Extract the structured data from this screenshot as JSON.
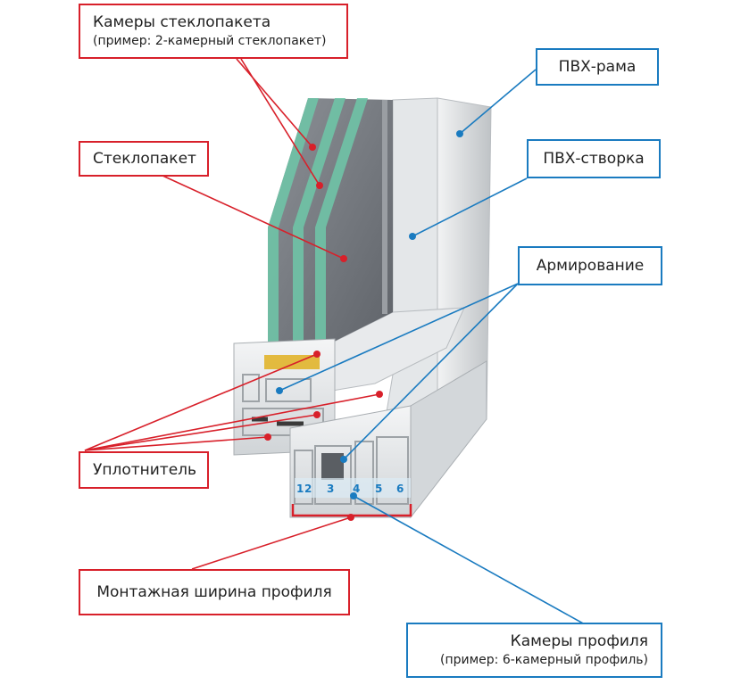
{
  "labels": {
    "glass_chambers": {
      "title": "Камеры стеклопакета",
      "subtitle": "(пример: 2-камерный стеклопакет)"
    },
    "glass_unit": {
      "title": "Стеклопакет"
    },
    "seal": {
      "title": "Уплотнитель"
    },
    "mounting_width": {
      "title": "Монтажная ширина профиля"
    },
    "pvc_frame": {
      "title": "ПВХ-рама"
    },
    "pvc_sash": {
      "title": "ПВХ-створка"
    },
    "reinforcement": {
      "title": "Армирование"
    },
    "profile_chambers": {
      "title": "Камеры профиля",
      "subtitle": "(пример: 6-камерный профиль)"
    }
  },
  "chamber_numbers": [
    "1",
    "2",
    "3",
    "4",
    "5",
    "6"
  ],
  "colors": {
    "red": "#d8202a",
    "blue": "#1a7bc0",
    "glass_edge": "#6fc3a6",
    "glass": "#7b7f86",
    "pvc": "#e9eced"
  }
}
